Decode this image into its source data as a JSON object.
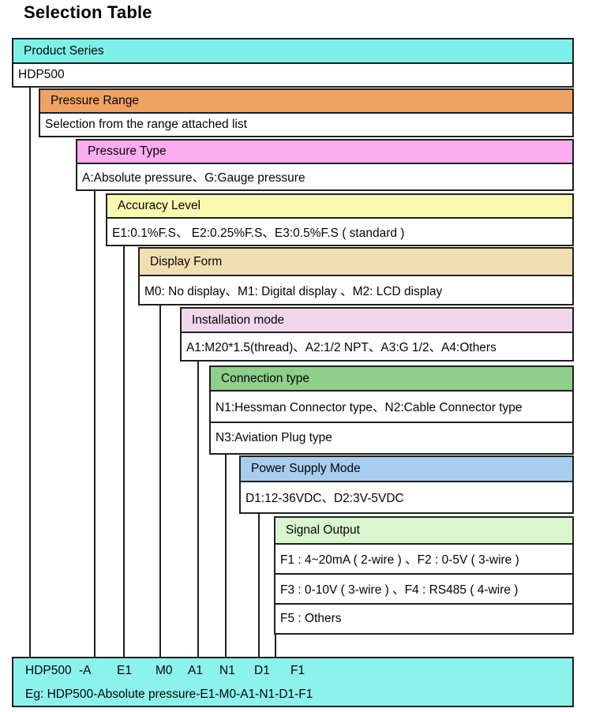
{
  "title": "Selection Table",
  "sections": [
    {
      "label": "Product Series",
      "header_color": "#7ef0e7",
      "rows": [
        "HDP500"
      ]
    },
    {
      "label": "Pressure Range",
      "header_color": "#f0a263",
      "rows": [
        "Selection from the range attached list"
      ]
    },
    {
      "label": "Pressure Type",
      "header_color": "#fcacf0",
      "rows": [
        "A:Absolute pressure、G:Gauge pressure"
      ]
    },
    {
      "label": "Accuracy Level",
      "header_color": "#f9f9b0",
      "rows": [
        "E1:0.1%F.S、 E2:0.25%F.S、E3:0.5%F.S ( standard )"
      ]
    },
    {
      "label": "Display Form",
      "header_color": "#f1dfb2",
      "rows": [
        "M0: No display、M1: Digital display 、M2: LCD display"
      ]
    },
    {
      "label": "Installation mode",
      "header_color": "#f0d7ec",
      "rows": [
        "A1:M20*1.5(thread)、A2:1/2 NPT、A3:G 1/2、A4:Others"
      ]
    },
    {
      "label": "Connection type",
      "header_color": "#8ecf8b",
      "rows": [
        "N1:Hessman Connector type、N2:Cable Connector type",
        "N3:Aviation Plug type"
      ]
    },
    {
      "label": "Power Supply Mode",
      "header_color": "#a9cdee",
      "rows": [
        "D1:12-36VDC、D2:3V-5VDC"
      ]
    },
    {
      "label": "Signal Output",
      "header_color": "#d9f6ce",
      "rows": [
        "F1 : 4~20mA ( 2-wire ) 、F2 : 0-5V ( 3-wire )",
        "F3 : 0-10V ( 3-wire ) 、F4 : RS485 ( 4-wire )",
        "F5 : Others"
      ]
    }
  ],
  "result": {
    "background_color": "#8bf3ec",
    "codes": [
      "HDP500",
      "-A",
      "E1",
      "M0",
      "A1",
      "N1",
      "D1",
      "F1"
    ],
    "example": "Eg: HDP500-Absolute pressure-E1-M0-A1-N1-D1-F1"
  }
}
